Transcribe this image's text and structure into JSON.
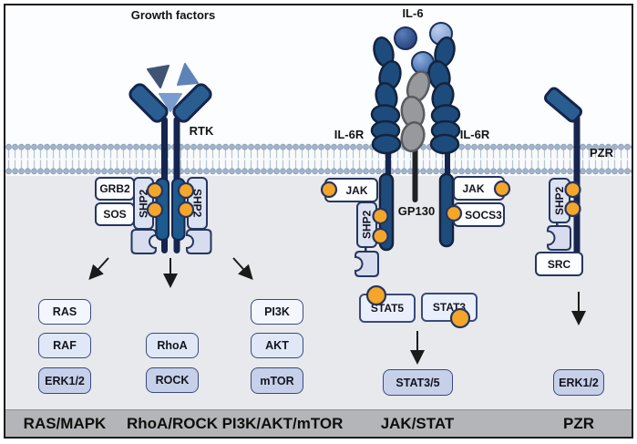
{
  "extracellular": {
    "growth_factors_label": "Growth factors",
    "il6_label": "IL-6",
    "rtk_label": "RTK",
    "il6r_left_label": "IL-6R",
    "il6r_right_label": "IL-6R",
    "pzr_label": "PZR"
  },
  "membrane_complexes": {
    "grb2": "GRB2",
    "sos": "SOS",
    "shp2_rtk_left": "SHP2",
    "shp2_rtk_right": "SHP2",
    "jak_left": "JAK",
    "shp2_jak": "SHP2",
    "gp130": "GP130",
    "jak_right": "JAK",
    "socs3": "SOCS3",
    "shp2_pzr": "SHP2",
    "src": "SRC"
  },
  "cascades": {
    "ras_mapk": {
      "boxes": [
        "RAS",
        "RAF",
        "ERK1/2"
      ]
    },
    "rhoa_rock": {
      "boxes": [
        "RhoA",
        "ROCK"
      ]
    },
    "pi3k_akt_mtor": {
      "boxes": [
        "PI3K",
        "AKT",
        "mTOR"
      ]
    },
    "jak_stat": {
      "stat5": "STAT5",
      "stat3": "STAT3",
      "stat35": "STAT3/5"
    },
    "pzr": {
      "erk12": "ERK1/2"
    }
  },
  "footer": {
    "pathways": [
      "RAS/MAPK",
      "RhoA/ROCK",
      "PI3K/AKT/mTOR",
      "JAK/STAT",
      "PZR"
    ]
  },
  "colors": {
    "navy": "#15254e",
    "steel_blue": "#2a5e91",
    "receptor_blue": "#1d4c7c",
    "orange_phospho": "#f4a62a",
    "lavender_box": "#dbe2f2",
    "cytoplasm": "#e7e9ed",
    "footer_band": "#b3b5b8",
    "gp130_gray": "#97999c"
  }
}
